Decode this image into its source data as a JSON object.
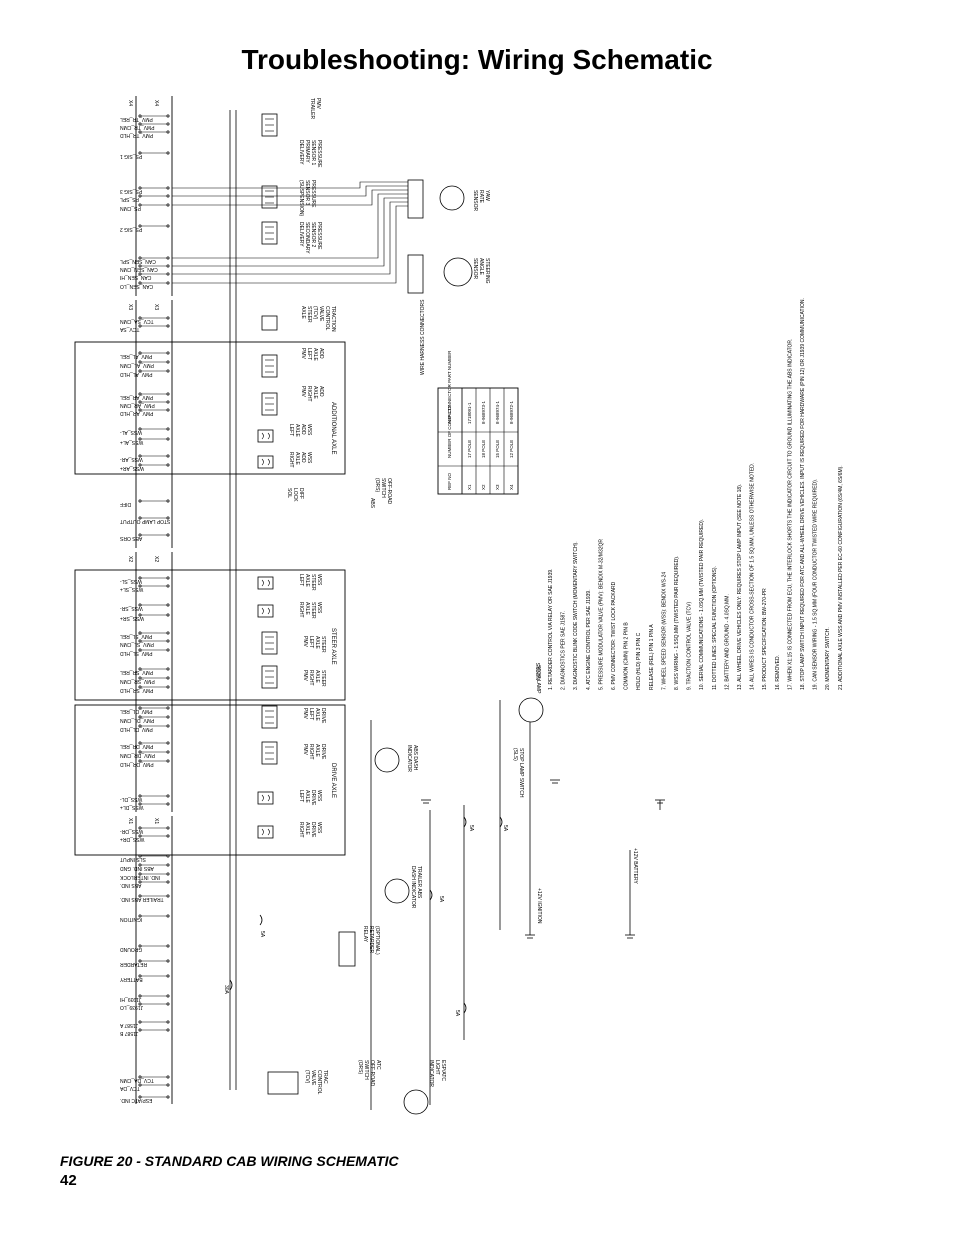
{
  "page": {
    "title": "Troubleshooting: Wiring Schematic",
    "figure_caption": "FIGURE 20 - STANDARD CAB WIRING SCHEMATIC",
    "page_number": "42"
  },
  "connectors": {
    "x4": "X4",
    "x3": "X3",
    "x2": "X2",
    "x1": "X1"
  },
  "signals": [
    "PMV_TR_REL",
    "PMV_TR_CMN",
    "PMV_TR_HLD",
    "PS_SIG 1",
    "PS_SIG 3",
    "PS_SPL",
    "PS_CMN",
    "PS_SIG 2",
    "CAN_SEN_SPL",
    "CAN_SEN_CMN",
    "CAN_SEN_HI",
    "CAN_SEN_LO",
    "TCV_SA_CMN",
    "TCV_SA",
    "PMV_AL_REL",
    "PMV_AL_CMN",
    "PMV_AL_HLD",
    "PMV_AR_REL",
    "PMV_AR_CMN",
    "PMV_AR_HLD",
    "WSS_AL-",
    "WSS_AL+",
    "WSS_AR-",
    "WSS_AR+",
    "DIFF",
    "STOP LAMP OUTPUT",
    "ABS ORS",
    "WSS_SL-",
    "WSS_SL+",
    "WSS_SR-",
    "WSS_SR+",
    "PMV_SL_REL",
    "PMV_SL_CMN",
    "PMV_SL_HLD",
    "PMV_SR_REL",
    "PMV_SR_CMN",
    "PMV_SR_HLD",
    "PMV_DL_REL",
    "PMV_DL_CMN",
    "PMV_DL_HLD",
    "PMV_DR_REL",
    "PMV_DR_CMN",
    "PMV_DR_HLD",
    "WSS_DL-",
    "WSS_DL+",
    "WSS_DR-",
    "WSS_DR+",
    "SLS INPUT",
    "ABS IND. GND",
    "IND. INTERLOCK",
    "ABS IND.",
    "TRAILER ABS IND.",
    "IGNITION",
    "GROUND",
    "RETARDER",
    "BATTERY",
    "J1939_HI",
    "J1939_LO",
    "J1587 A",
    "J1587 B",
    "TCV_DA_CMN",
    "TCV_DA",
    "ESP/ATC IND."
  ],
  "components": {
    "pmv_trailer": [
      "PMV",
      "TRAILER"
    ],
    "pressure_sensor_1": [
      "PRESSURE",
      "SENSOR 1",
      "PRIMARY",
      "DELIVERY"
    ],
    "pressure_sensor_3": [
      "PRESSURE",
      "SENSOR 3",
      "(SUSPENSION)"
    ],
    "pressure_sensor_2": [
      "PRESSURE",
      "SENSOR 2",
      "SECONDARY",
      "DELIVERY"
    ],
    "yaw_rate_sensor": [
      "YAW",
      "RATE",
      "SENSOR"
    ],
    "steering_angle_sensor": [
      "STEERING",
      "ANGLE",
      "SENSOR"
    ],
    "traction_control_valve": [
      "TRACTION",
      "CONTROL",
      "VALVE",
      "(TCV)",
      "STEER",
      "AXLE"
    ],
    "add_axle_left_pmv": [
      "ADD",
      "AXLE",
      "LEFT",
      "PMV"
    ],
    "add_axle_right_pmv": [
      "ADD",
      "AXLE",
      "RIGHT",
      "PMV"
    ],
    "wss_add_axle_left": [
      "WSS",
      "ADD",
      "AXLE",
      "LEFT"
    ],
    "wss_add_axle_right": [
      "WSS",
      "ADD",
      "AXLE",
      "RIGHT"
    ],
    "additional_axle": "ADDITIONAL AXLE",
    "diff_lock_sol": [
      "DIFF",
      "LOCK",
      "SOL"
    ],
    "off_road_switch": [
      "OFF-ROAD",
      "SWITCH",
      "(ORS)"
    ],
    "abs": "ABS",
    "wss_steer_axle_left": [
      "WSS",
      "STEER",
      "AXLE",
      "LEFT"
    ],
    "wss_steer_axle_right": [
      "WSS",
      "STEER",
      "AXLE",
      "RIGHT"
    ],
    "steer_axle_left_pmv": [
      "STEER",
      "AXLE",
      "LEFT",
      "PMV"
    ],
    "steer_axle_right_pmv": [
      "STEER",
      "AXLE",
      "RIGHT",
      "PMV"
    ],
    "steer_axle": "STEER AXLE",
    "drive_axle_left_pmv": [
      "DRIVE",
      "AXLE",
      "LEFT",
      "PMV"
    ],
    "drive_axle_right_pmv": [
      "DRIVE",
      "AXLE",
      "RIGHT",
      "PMV"
    ],
    "wss_drive_axle_left": [
      "WSS",
      "DRIVE",
      "AXLE",
      "LEFT"
    ],
    "wss_drive_axle_right": [
      "WSS",
      "DRIVE",
      "AXLE",
      "RIGHT"
    ],
    "drive_axle": "DRIVE AXLE",
    "abs_dash_indicator": [
      "ABS DASH",
      "INDICATOR"
    ],
    "stop_lamp_switch": [
      "STOP LAMP SWITCH",
      "(SLS)"
    ],
    "stop_lamp": "STOP LAMP",
    "trailer_abs_dash_indicator": [
      "TRAILER ABS",
      "DASH INDICATOR"
    ],
    "ignition_12v": "+12V IGNITION",
    "battery_12v": "+12V BATTERY",
    "optional_retarder_relay": [
      "(OPTIONAL)",
      "RETARDER",
      "RELAY"
    ],
    "trac_control_valve": [
      "TRAC",
      "CONTROL",
      "VALVE",
      "(TCV)"
    ],
    "atc_off_road_switch": [
      "ATC",
      "OFF-ROAD",
      "SWITCH",
      "(ORS)"
    ],
    "esp_atc_indicator": [
      "ESP/ATC",
      "LIGHT",
      "INDICATOR"
    ],
    "wire_harness_connectors": "WIRE HARNESS CONNECTORS",
    "fuses": [
      "5A",
      "5A",
      "5A",
      "30A",
      "5A",
      "5A"
    ]
  },
  "harness_table": {
    "headers": [
      "REF NO",
      "NUMBER OF CONTACTS",
      "AMP CONNECTOR PART NUMBER"
    ],
    "rows": [
      [
        "X1",
        "17 POLE",
        "1718091-1"
      ],
      [
        "X2",
        "18 POLE",
        "8-968973-1"
      ],
      [
        "X3",
        "15 POLE",
        "8-968974-1"
      ],
      [
        "X4",
        "12 POLE",
        "8-968972-1"
      ]
    ]
  },
  "notes": {
    "heading": "NOTES",
    "items": [
      "1.  RETARDER CONTROL VIA RELAY OR SAE J1939.",
      "2.  DIAGNOSTICS PER SAE J1587.",
      "3.  DIAGNOSTIC BLINK CODE SWITCH (MOMENTARY SWITCH).",
      "4.  ATC ENGINE CONTROL PER SAE J1939.",
      "5.  PRESSURE MODULATOR VALVE (PMV): BENDIX M-32/M32QR",
      "6.  PMV CONNECTOR: TWIST LOCK  PACKARD",
      "    COMMON (CMN)  PIN 2  PIN B",
      "    HOLD (HLD)    PIN 3  PIN C",
      "    RELEASE (REL) PIN 1  PIN A",
      "7.  WHEEL SPEED SENSOR (WSS): BENDIX WS-24",
      "8.  WSS WIRING - 1.5SQ.MM (TWISTED PAIR REQUIRED).",
      "9.  TRACTION CONTROL VALVE (TCV)",
      "10. SERIAL COMMUNICATIONS - 1.0SQ.MM (TWISTED PAIR REQUIRED).",
      "11. DOTTED LINES: SPECIAL FUNCTION (OPTIONS).",
      "12. BATTERY AND GROUND - 4.0SQ.MM.",
      "13. ALL WHEEL DRIVE VEHICLES ONLY: REQUIRES STOP LAMP INPUT (SEE NOTE 18).",
      "14. ALL WIRES IS CONDUCTOR CROSS-SECTION OF 1.5 SQ.MM, UNLESS OTHERWISE NOTED.",
      "15. PRODUCT SPECIFICATION: BW-270-PR",
      "16. REMOVED.",
      "17. WHEN X1:15 IS CONNECTED FROM ECU, THE INTERLOCK SHORTS THE INDICATOR CIRCUIT TO GROUND ILLUMINATING THE ABS INDICATOR.",
      "18. STOP LAMP SWITCH INPUT REQUIRED FOR ATC AND ALL-WHEEL DRIVE VEHICLES. INPUT IS REQUIRED FOR HARDWARE (PIN 12) OR J1939 COMMUNICATION.",
      "19. CAN SENSOR WIRING - 1.5 SQ.MM (FOUR CONDUCTOR TWISTED WIRE REQUIRED).",
      "20. MOMENTARY SWITCH.",
      "21. ADDITIONAL AXLE WSS AND PMV INSTALLED PER EC-60 CONFIGURATION (6S/4M, 6S/6M)."
    ]
  }
}
